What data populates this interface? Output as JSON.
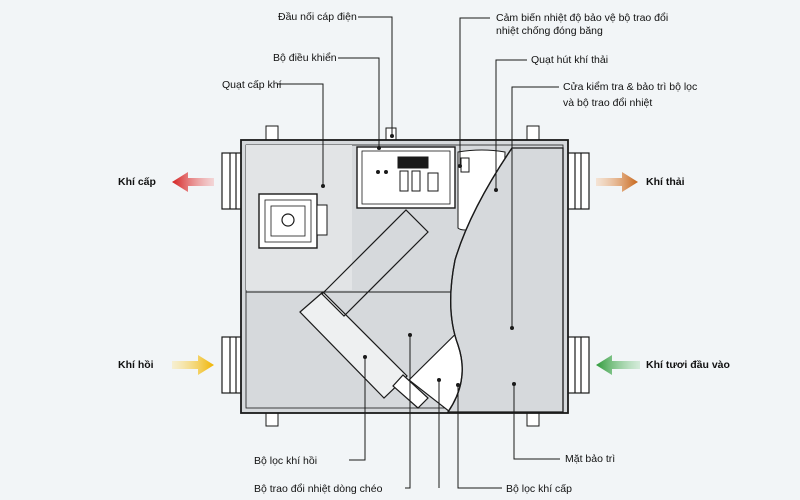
{
  "labels": {
    "power_connector": "Đầu nối cáp điện",
    "controller": "Bộ điều khiển",
    "supply_fan": "Quạt cấp khí",
    "sensor_line1": "Cảm biến nhiệt độ bảo vệ bộ trao đổi",
    "sensor_line2": "nhiệt chống đóng băng",
    "exhaust_fan": "Quạt hút khí thải",
    "inspect_line1": "Cửa kiểm tra & bảo trì bộ lọc",
    "inspect_line2": "và bộ trao đổi nhiệt",
    "return_filter": "Bộ lọc khí hồi",
    "cross_exchanger": "Bộ trao đổi nhiệt dòng chéo",
    "supply_filter": "Bộ lọc khí cấp",
    "maintenance_panel": "Mặt bảo trì"
  },
  "flows": {
    "supply_air": "Khí cấp",
    "exhaust_air": "Khí thải",
    "return_air": "Khí hồi",
    "fresh_air": "Khí tươi đầu vào"
  },
  "colors": {
    "background": "#f2f5f7",
    "unit_fill": "#d6d9dc",
    "outline": "#1a1a1a",
    "supply_arrow": "#d42020",
    "exhaust_arrow": "#c7661a",
    "return_arrow": "#f0b400",
    "fresh_arrow": "#2f9a3a"
  }
}
